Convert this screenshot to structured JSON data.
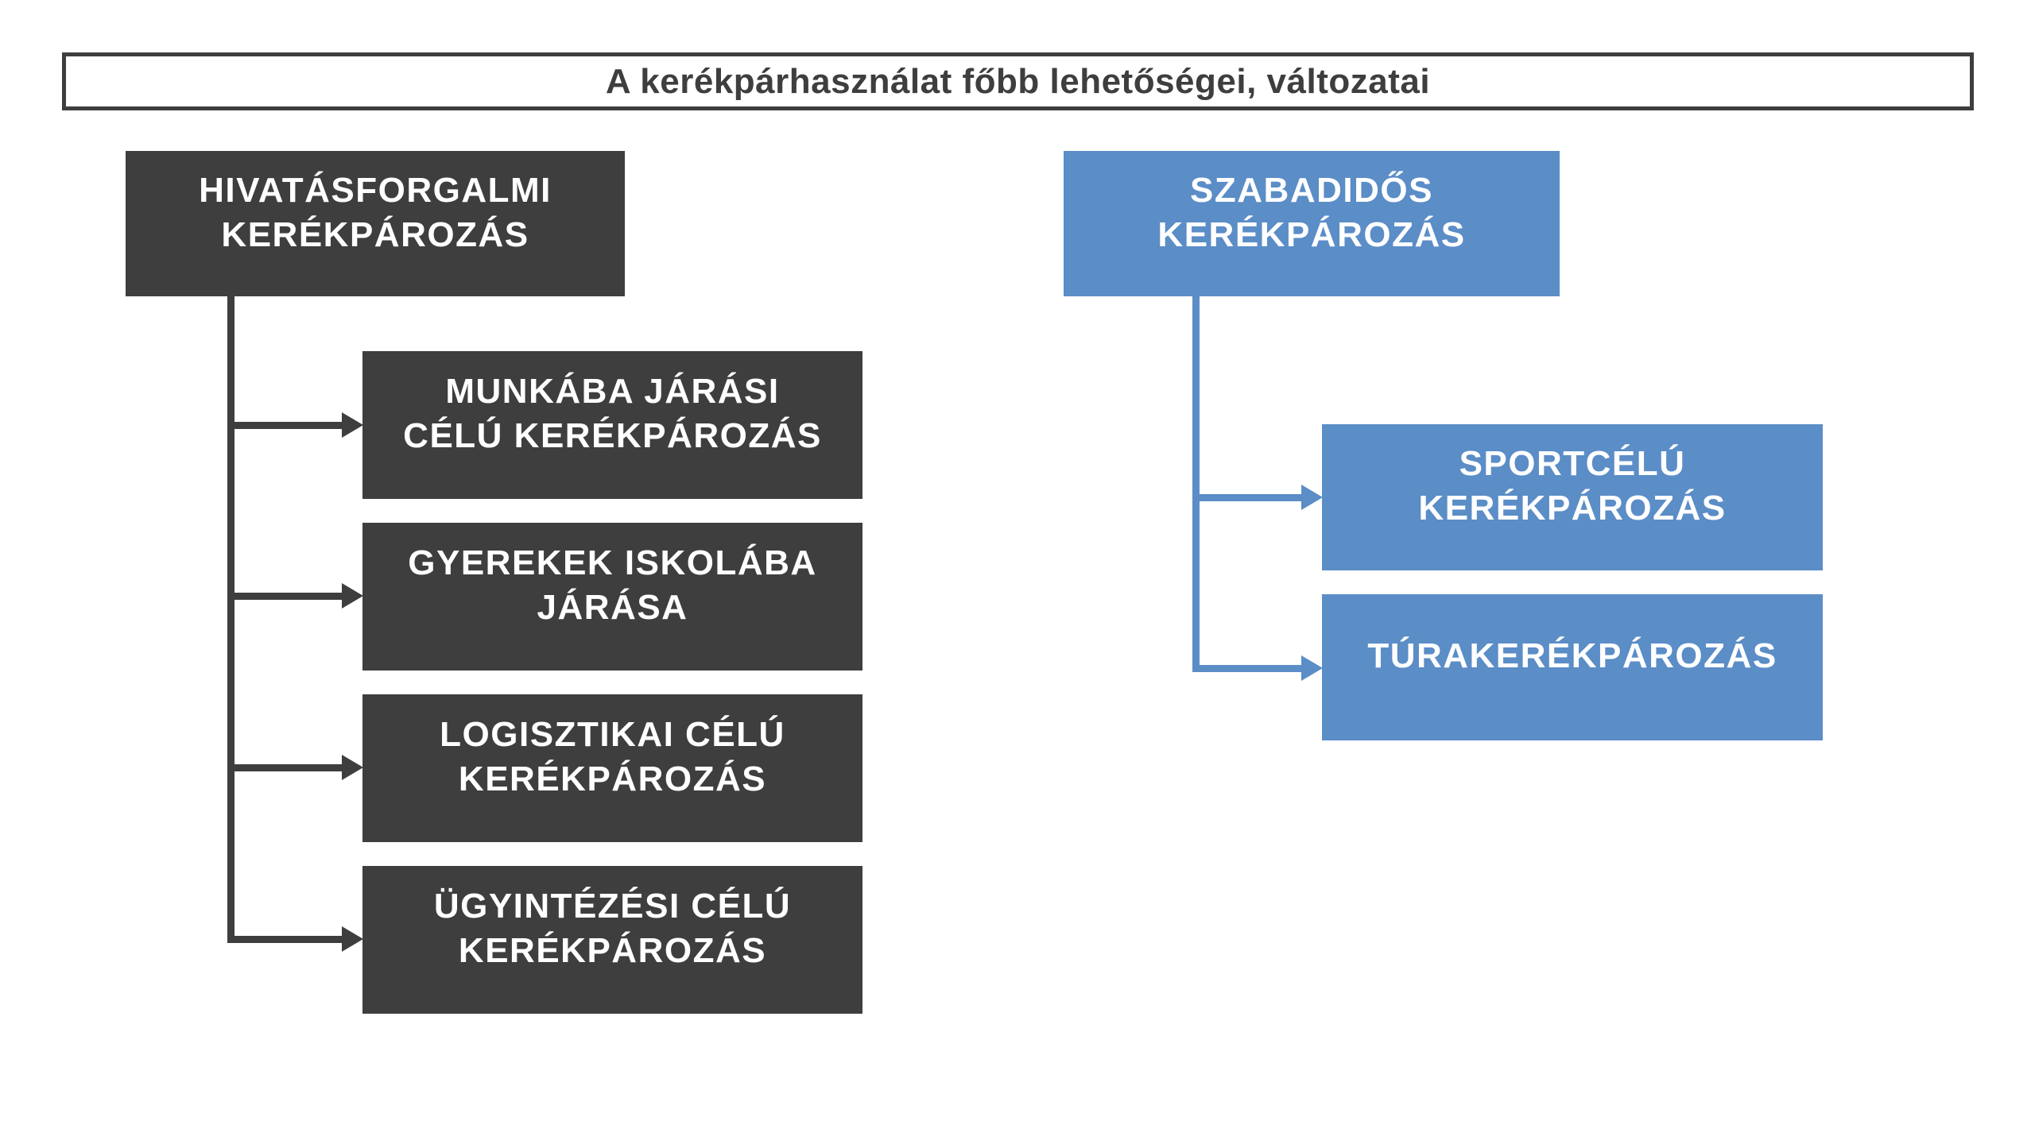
{
  "title": "A kerékpárhasználat főbb lehetőségei, változatai",
  "colors": {
    "dark": "#3e3e3e",
    "blue": "#5b8dc7",
    "page-bg": "#ffffff",
    "text-on-box": "#ffffff"
  },
  "tree": {
    "branches": [
      {
        "label": "HIVATÁSFORGALMI KERÉKPÁROZÁS",
        "color": "dark",
        "children": [
          {
            "label": "MUNKÁBA JÁRÁSI CÉLÚ KERÉKPÁROZÁS"
          },
          {
            "label": "GYEREKEK ISKOLÁBA JÁRÁSA"
          },
          {
            "label": "LOGISZTIKAI CÉLÚ KERÉKPÁROZÁS"
          },
          {
            "label": "ÜGYINTÉZÉSI CÉLÚ KERÉKPÁROZÁS"
          }
        ]
      },
      {
        "label": "SZABADIDŐS KERÉKPÁROZÁS",
        "color": "blue",
        "children": [
          {
            "label": "SPORTCÉLÚ KERÉKPÁROZÁS"
          },
          {
            "label": "TÚRAKERÉKPÁROZÁS"
          }
        ]
      }
    ]
  }
}
